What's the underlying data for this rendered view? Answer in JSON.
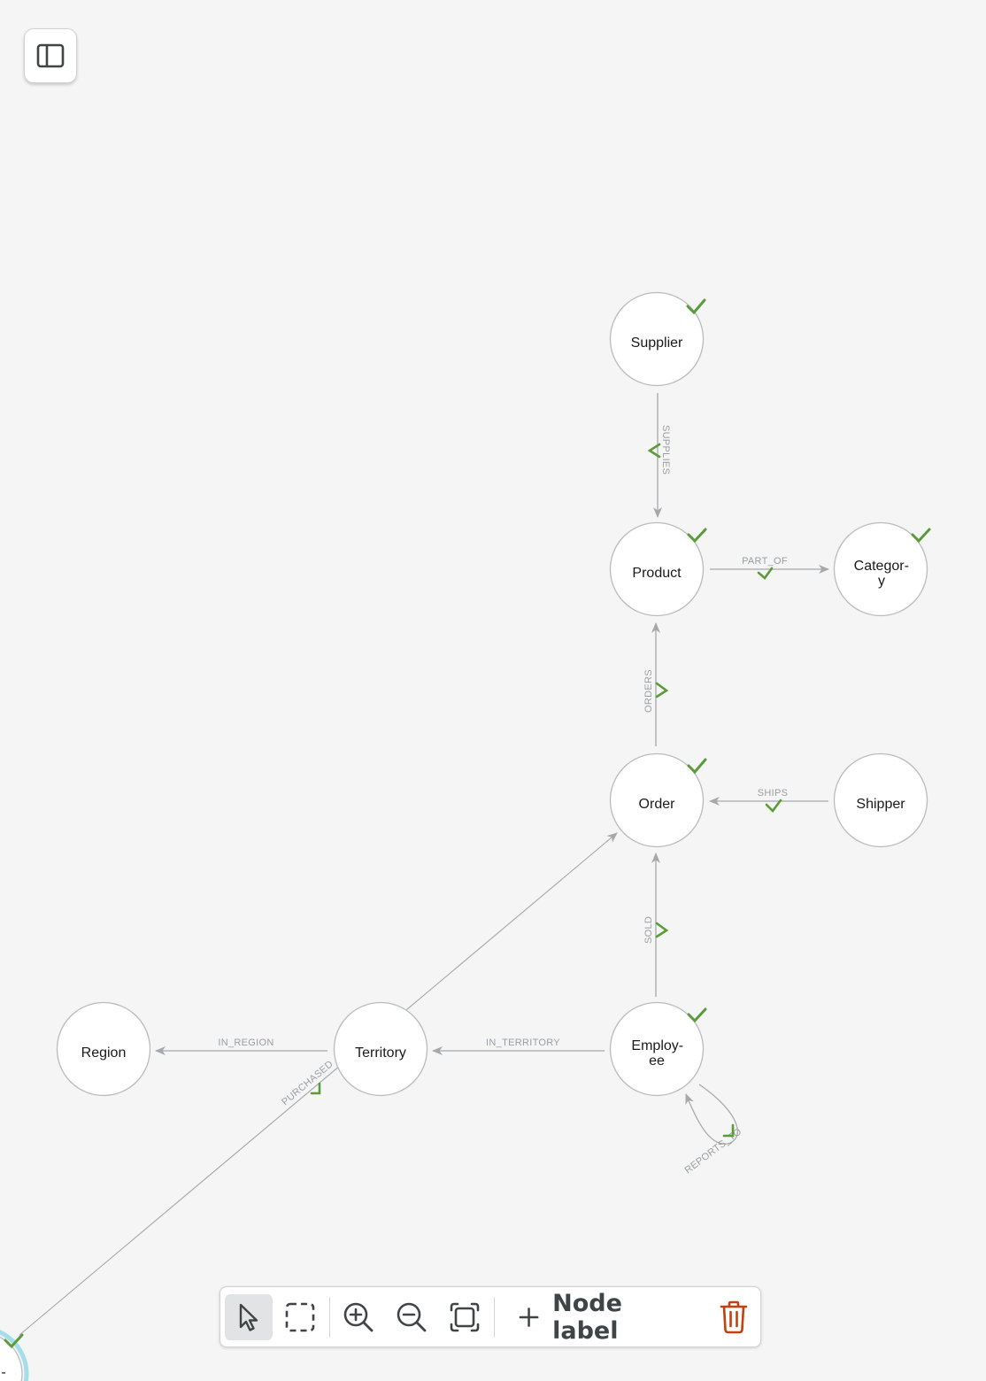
{
  "toolbar": {
    "add_node_label": "Node label",
    "tools": [
      "select",
      "box-select",
      "zoom-in",
      "zoom-out",
      "fit-to-screen",
      "delete"
    ]
  },
  "colors": {
    "background": "#f4f5f4",
    "node_fill": "#ffffff",
    "node_stroke": "#b9bbbd",
    "edge": "#a4a7ab",
    "edge_label": "#9a9ea3",
    "check": "#5a9b3a",
    "delete": "#c2410c",
    "partial_node_ring": "#a5dde8"
  },
  "graph": {
    "nodes": [
      {
        "id": "supplier",
        "label": "Supplier",
        "validated": true
      },
      {
        "id": "product",
        "label": "Product",
        "validated": true
      },
      {
        "id": "category",
        "label": "Categor-",
        "label2": "y",
        "validated": true
      },
      {
        "id": "order",
        "label": "Order",
        "validated": true
      },
      {
        "id": "shipper",
        "label": "Shipper",
        "validated": false
      },
      {
        "id": "region",
        "label": "Region",
        "validated": false
      },
      {
        "id": "territory",
        "label": "Territory",
        "validated": false
      },
      {
        "id": "employee",
        "label": "Employ-",
        "label2": "ee",
        "validated": true
      },
      {
        "id": "customer",
        "label": "-",
        "validated": true
      }
    ],
    "edges": [
      {
        "id": "supplies",
        "label": "SUPPLIES",
        "from": "supplier",
        "to": "product",
        "validated": true
      },
      {
        "id": "part_of",
        "label": "PART_OF",
        "from": "product",
        "to": "category",
        "validated": true
      },
      {
        "id": "orders",
        "label": "ORDERS",
        "from": "order",
        "to": "product",
        "validated": true
      },
      {
        "id": "ships",
        "label": "SHIPS",
        "from": "shipper",
        "to": "order",
        "validated": true
      },
      {
        "id": "sold",
        "label": "SOLD",
        "from": "employee",
        "to": "order",
        "validated": true
      },
      {
        "id": "in_territory",
        "label": "IN_TERRITORY",
        "from": "employee",
        "to": "territory",
        "validated": false
      },
      {
        "id": "in_region",
        "label": "IN_REGION",
        "from": "territory",
        "to": "region",
        "validated": false
      },
      {
        "id": "purchased",
        "label": "PURCHASED",
        "from": "customer",
        "to": "order",
        "validated": true
      },
      {
        "id": "reports_to",
        "label": "REPORTS_TO",
        "from": "employee",
        "to": "employee",
        "validated": true
      }
    ]
  }
}
